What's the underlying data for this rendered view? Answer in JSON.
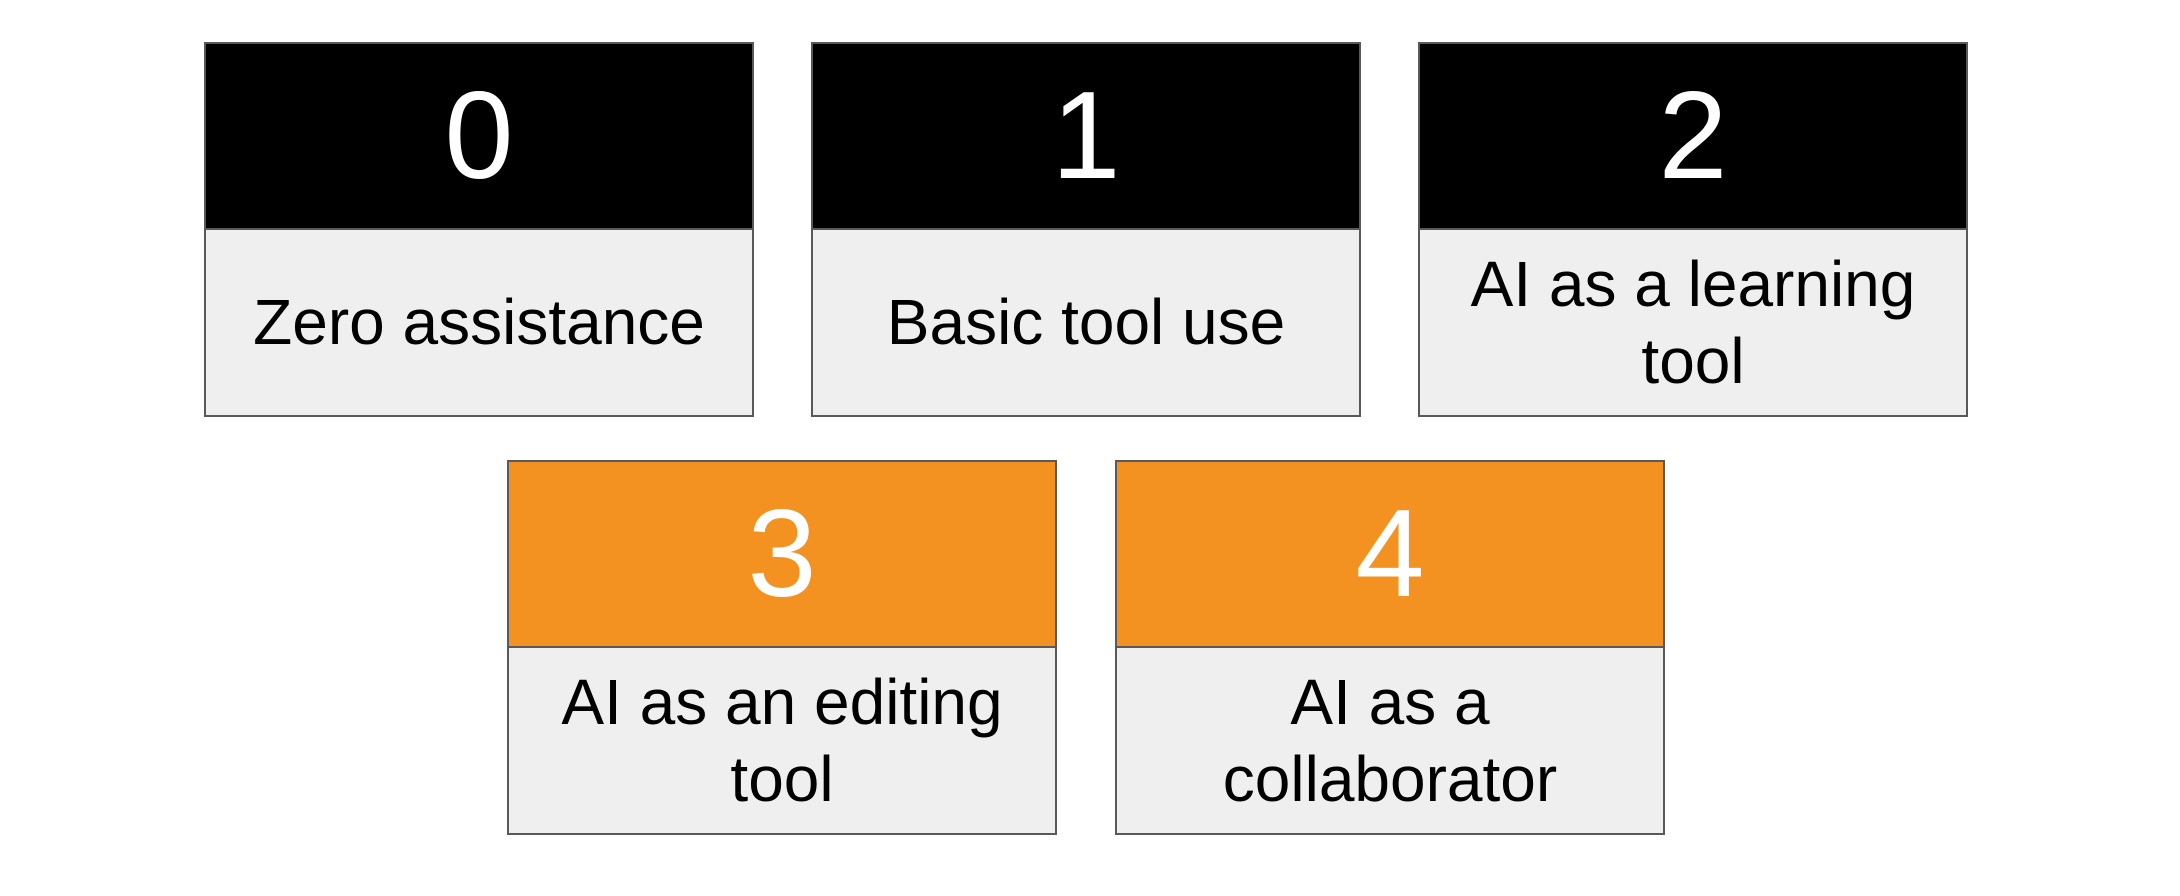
{
  "colors": {
    "dark_header": "#000000",
    "accent_header": "#f39220",
    "body_fill": "#efefef"
  },
  "cards": [
    {
      "number": "0",
      "label": "Zero assistance",
      "header_color": "#000000"
    },
    {
      "number": "1",
      "label": "Basic tool use",
      "header_color": "#000000"
    },
    {
      "number": "2",
      "label": "AI as a learning tool",
      "header_color": "#000000"
    },
    {
      "number": "3",
      "label": "AI as an editing tool",
      "header_color": "#f39220"
    },
    {
      "number": "4",
      "label": "AI as a collaborator",
      "header_color": "#f39220"
    }
  ]
}
